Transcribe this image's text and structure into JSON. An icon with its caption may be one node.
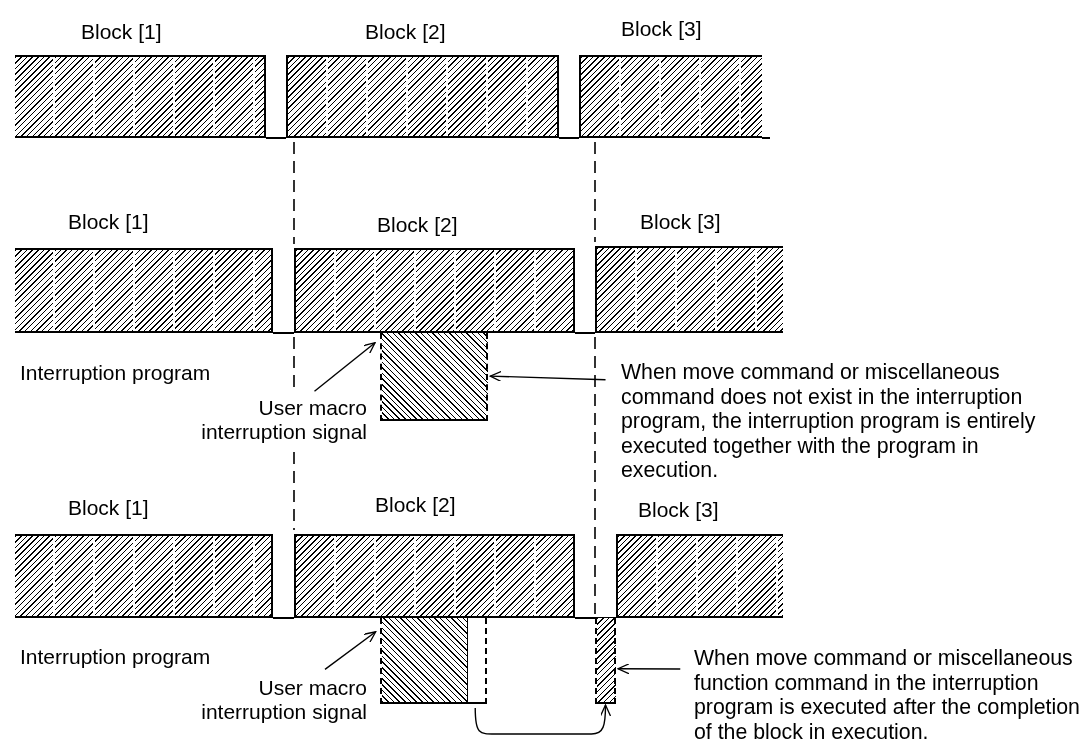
{
  "diagram": {
    "nodes": [
      {
        "text": [
          "Block [1]"
        ]
      },
      {
        "text": [
          "Block [2]"
        ]
      },
      {
        "text": [
          "Block [3]"
        ]
      },
      {
        "text": [
          "Block [1]"
        ]
      },
      {
        "text": [
          "Block [2]"
        ]
      },
      {
        "text": [
          "Block [3]"
        ]
      },
      {
        "text": [],
        "shape": "box"
      },
      {
        "text": [
          "User macro interruption signal"
        ]
      },
      {
        "text": [
          "When move command or miscellaneous command does not exist in the interruption program, the interruption program is entirely executed together with the program in execution."
        ]
      },
      {
        "text": [
          "Block [1]"
        ]
      },
      {
        "text": [
          "Block [2]"
        ]
      },
      {
        "text": [
          "Block [3]"
        ]
      },
      {
        "text": [],
        "shape": "box"
      },
      {
        "text": [],
        "shape": "box"
      },
      {
        "text": [
          "User macro interruption signal"
        ]
      },
      {
        "text": [
          "When move command or miscellaneous function command in the interruption program is executed after the completion of the block in execution."
        ]
      }
    ],
    "edges": [
      {
        "from": 7,
        "to": 6,
        "arrow": "to"
      },
      {
        "from": 8,
        "to": 6,
        "arrow": "to"
      },
      {
        "from": 14,
        "to": 12,
        "arrow": "to"
      },
      {
        "from": 15,
        "to": 13,
        "arrow": "to"
      },
      {
        "from": 12,
        "to": 13,
        "arrow": "to"
      }
    ],
    "labels": [
      "Interruption program",
      "Interruption program"
    ]
  }
}
